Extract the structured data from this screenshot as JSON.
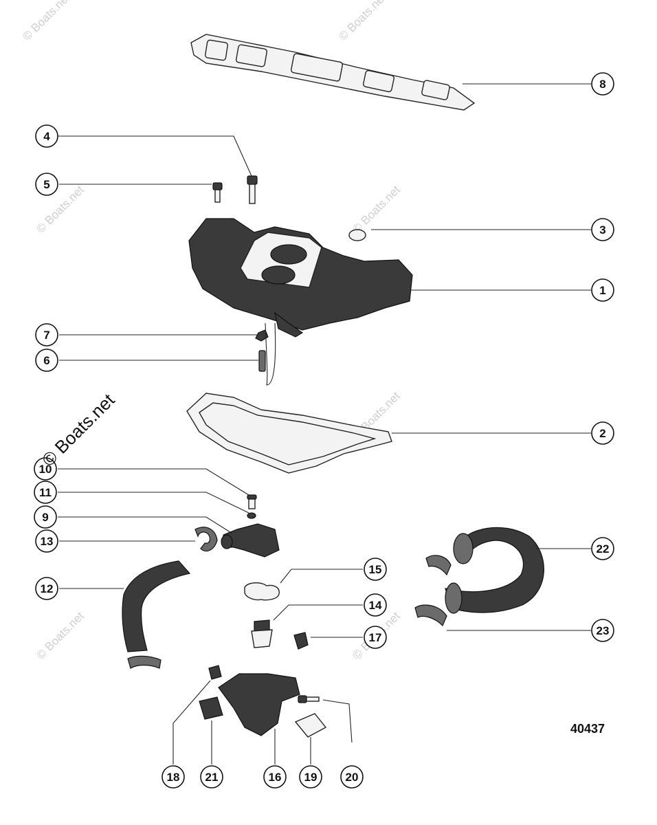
{
  "callouts": [
    {
      "id": "c1",
      "label": "1"
    },
    {
      "id": "c2",
      "label": "2"
    },
    {
      "id": "c3",
      "label": "3"
    },
    {
      "id": "c4",
      "label": "4"
    },
    {
      "id": "c5",
      "label": "5"
    },
    {
      "id": "c6",
      "label": "6"
    },
    {
      "id": "c7",
      "label": "7"
    },
    {
      "id": "c8",
      "label": "8"
    },
    {
      "id": "c9",
      "label": "9"
    },
    {
      "id": "c10",
      "label": "10"
    },
    {
      "id": "c11",
      "label": "11"
    },
    {
      "id": "c12",
      "label": "12"
    },
    {
      "id": "c13",
      "label": "13"
    },
    {
      "id": "c14",
      "label": "14"
    },
    {
      "id": "c15",
      "label": "15"
    },
    {
      "id": "c16",
      "label": "16"
    },
    {
      "id": "c17",
      "label": "17"
    },
    {
      "id": "c18",
      "label": "18"
    },
    {
      "id": "c19",
      "label": "19"
    },
    {
      "id": "c20",
      "label": "20"
    },
    {
      "id": "c21",
      "label": "21"
    },
    {
      "id": "c22",
      "label": "22"
    },
    {
      "id": "c23",
      "label": "23"
    }
  ],
  "figure_number": "40437",
  "watermark": {
    "main": "© Boats.net",
    "faint": "© Boats.net"
  }
}
